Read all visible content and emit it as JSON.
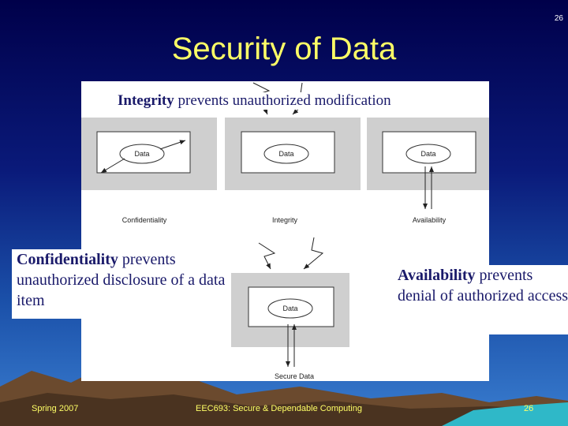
{
  "slide_number_top": "26",
  "title": "Security of Data",
  "integrity_caption": {
    "bold": "Integrity",
    "rest": " prevents unauthorized modification"
  },
  "confidentiality_callout": {
    "bold": "Confidentiality",
    "rest": " prevents unauthorized disclosure of a data item"
  },
  "availability_callout": {
    "bold": "Availability",
    "rest": " prevents denial of authorized access"
  },
  "diagram": {
    "data_label": "Data",
    "captions": [
      "Confidentiality",
      "Integrity",
      "Availability"
    ],
    "secure_caption": "Secure Data"
  },
  "footer": {
    "left": "Spring 2007",
    "center": "EEC693: Secure & Dependable Computing",
    "right": "26"
  },
  "colors": {
    "title": "#ffff66",
    "body_text": "#1a1a6a",
    "footer": "#ffff66"
  }
}
